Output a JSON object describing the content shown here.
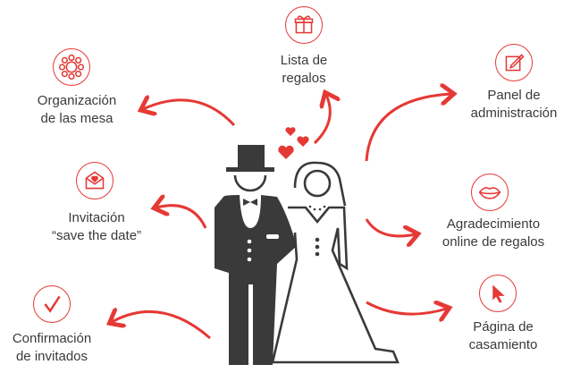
{
  "colors": {
    "accent": "#e53935",
    "figure": "#3a3a3a"
  },
  "features": [
    {
      "id": "gifts",
      "icon": "gift-icon",
      "lines": [
        "Lista de",
        "regalos"
      ]
    },
    {
      "id": "tables",
      "icon": "table-seating-icon",
      "lines": [
        "Organización",
        "de las mesa"
      ]
    },
    {
      "id": "invitation",
      "icon": "envelope-heart-icon",
      "lines": [
        "Invitación",
        "“save the date”"
      ]
    },
    {
      "id": "rsvp",
      "icon": "checkmark-icon",
      "lines": [
        "Confirmación",
        "de invitados"
      ]
    },
    {
      "id": "admin",
      "icon": "edit-icon",
      "lines": [
        "Panel de",
        "administración"
      ]
    },
    {
      "id": "thanks",
      "icon": "lips-icon",
      "lines": [
        "Agradecimiento",
        "online de regalos"
      ]
    },
    {
      "id": "page",
      "icon": "cursor-icon",
      "lines": [
        "Página de",
        "casamiento"
      ]
    }
  ]
}
